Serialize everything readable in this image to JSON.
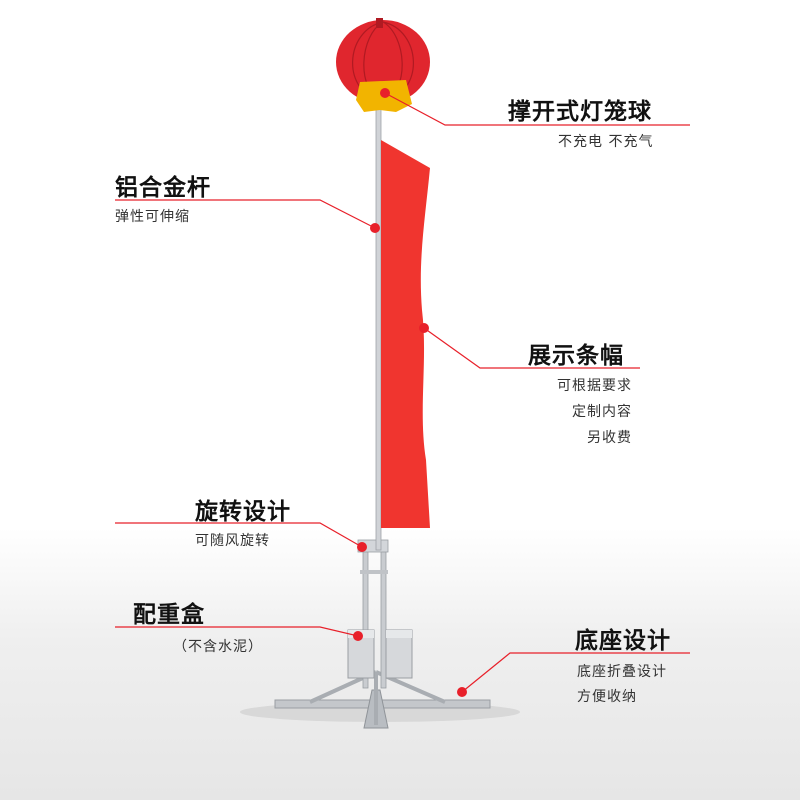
{
  "colors": {
    "accent": "#e8202a",
    "banner": "#f0352f",
    "lantern": "#e0262e",
    "tassel": "#f2b400",
    "metal": "#c9ccd0"
  },
  "labels": {
    "lantern": {
      "title": "撑开式灯笼球",
      "subs": [
        "不充电 不充气"
      ]
    },
    "pole": {
      "title": "铝合金杆",
      "subs": [
        "弹性可伸缩"
      ]
    },
    "banner": {
      "title": "展示条幅",
      "subs": [
        "可根据要求",
        "定制内容",
        "另收费"
      ]
    },
    "rotate": {
      "title": "旋转设计",
      "subs": [
        "可随风旋转"
      ]
    },
    "weight": {
      "title": "配重盒",
      "subs": [
        "（不含水泥）"
      ]
    },
    "base": {
      "title": "底座设计",
      "subs": [
        "底座折叠设计",
        "方便收纳"
      ]
    }
  }
}
